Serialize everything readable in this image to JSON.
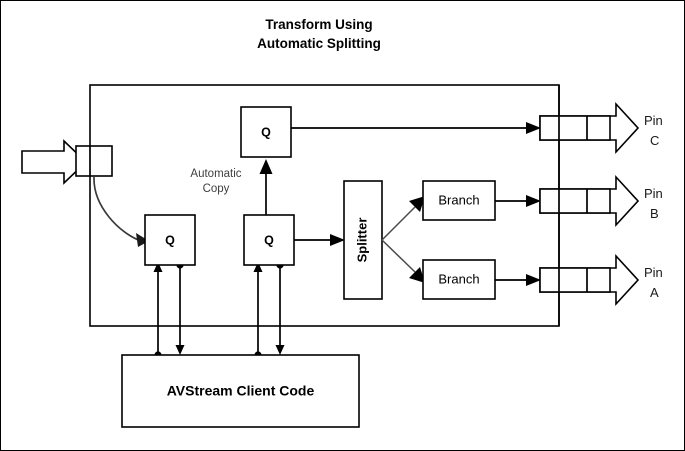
{
  "diagram": {
    "title_line1": "Transform Using",
    "title_line2": "Automatic Splitting",
    "note_line1": "Automatic",
    "note_line2": "Copy",
    "queue_label": "Q",
    "splitter_label": "Splitter",
    "branch_label_top": "Branch",
    "branch_label_bottom": "Branch",
    "client_box_label": "AVStream Client Code",
    "pins": [
      {
        "line1": "Pin",
        "line2": "C"
      },
      {
        "line1": "Pin",
        "line2": "B"
      },
      {
        "line1": "Pin",
        "line2": "A"
      }
    ],
    "colors": {
      "stroke": "#000000",
      "fill": "#ffffff",
      "note_text": "#3f3f3f",
      "page_border": "#000000"
    }
  }
}
